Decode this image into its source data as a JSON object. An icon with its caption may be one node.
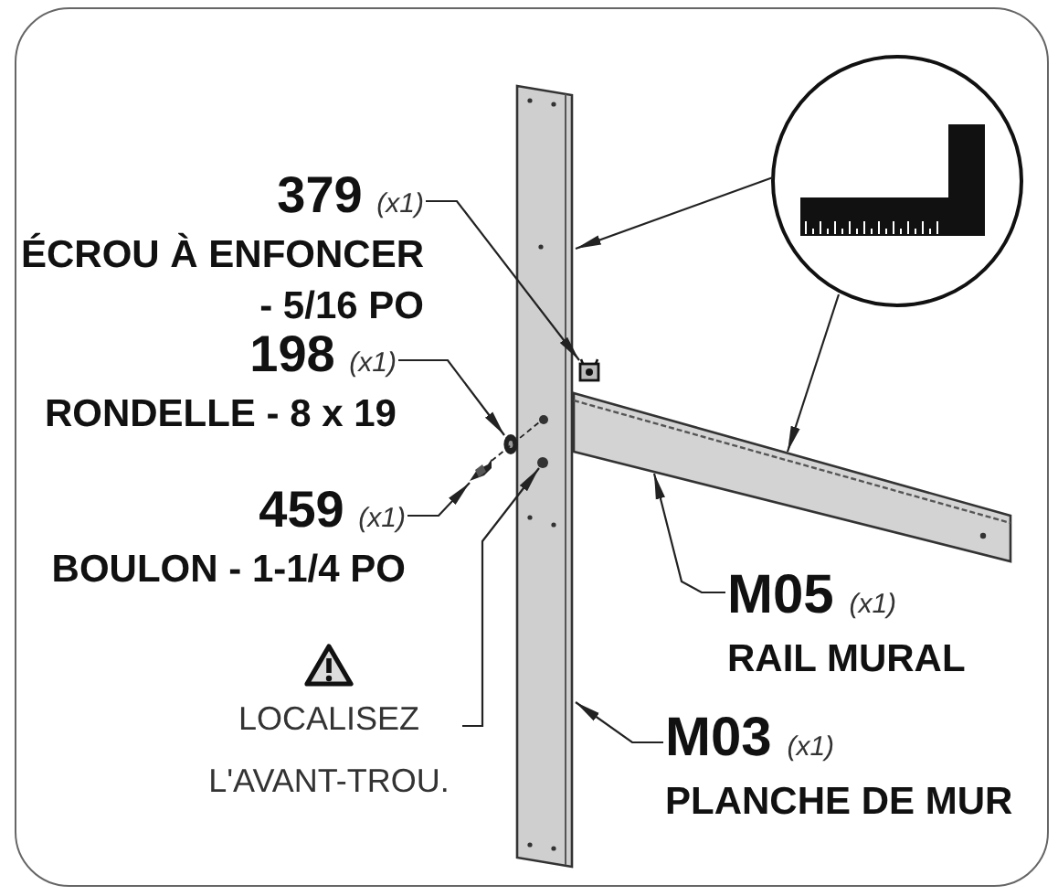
{
  "diagram": {
    "nodes": [
      {
        "text": [
          "379 *(x1)*",
          "ÉCROU À ENFONCER - 5/16 PO"
        ]
      },
      {
        "text": [],
        "shape": "picture"
      },
      {
        "text": [
          "198 *(x1)*",
          "RONDELLE - 8 x 19"
        ]
      },
      {
        "text": [],
        "shape": "picture"
      },
      {
        "text": [
          "459 *(x1)*",
          "BOULON - 1-1/4 PO"
        ]
      },
      {
        "text": [],
        "shape": "picture"
      },
      {
        "text": [],
        "shape": "picture"
      },
      {
        "text": [],
        "shape": "circle",
        "in": 6
      },
      {
        "text": [],
        "shape": "circle",
        "in": 6
      },
      {
        "text": [
          "LOCALISEZ L'AVANT-TROU."
        ]
      },
      {
        "text": [],
        "shape": "picture"
      },
      {
        "text": [],
        "shape": "picture"
      },
      {
        "text": [
          "M05 *(x1)*",
          "RAIL MURAL"
        ]
      },
      {
        "text": [
          "M03 *(x1)*",
          "PLANCHE DE MUR"
        ]
      }
    ],
    "edges": [
      {
        "from": 0,
        "to": 1,
        "arrow": "to"
      },
      {
        "from": 2,
        "to": 3,
        "arrow": "to"
      },
      {
        "from": 4,
        "to": 5,
        "arrow": "to"
      },
      {
        "from": 5,
        "to": 7,
        "arrow": "none",
        "style": "dashed"
      },
      {
        "from": 9,
        "to": 8,
        "arrow": "to"
      },
      {
        "from": 10,
        "to": 6,
        "arrow": "to"
      },
      {
        "from": 10,
        "to": 11,
        "arrow": "to"
      },
      {
        "from": 12,
        "to": 11,
        "arrow": "to"
      },
      {
        "from": 13,
        "to": 6,
        "arrow": "to"
      }
    ]
  }
}
